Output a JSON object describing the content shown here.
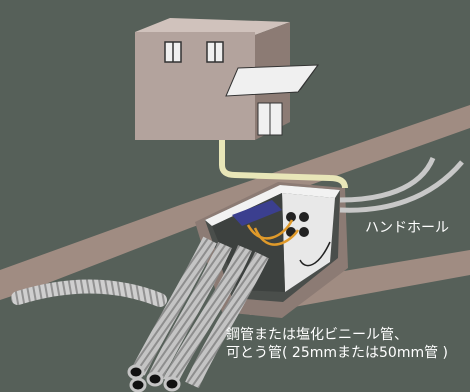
{
  "labels": {
    "handhole": "ハンドホール",
    "pipe_line1": "鋼管または塩化ビニール管、",
    "pipe_line2": "可とう管( 25mmまたは50mm管 )"
  },
  "colors": {
    "background": "#566059",
    "ground": "#a08c82",
    "building_front": "#b3a39d",
    "building_side": "#8c7b74",
    "handhole_box": "#e8e8e8",
    "pipe": "#c8c8c8",
    "overhead_line": "#e8e6b8",
    "connector": "#3b3f8f",
    "wire": "#e09a2a"
  },
  "icons": [
    "building-icon",
    "handhole-box-icon",
    "conduit-pipe-icon"
  ]
}
